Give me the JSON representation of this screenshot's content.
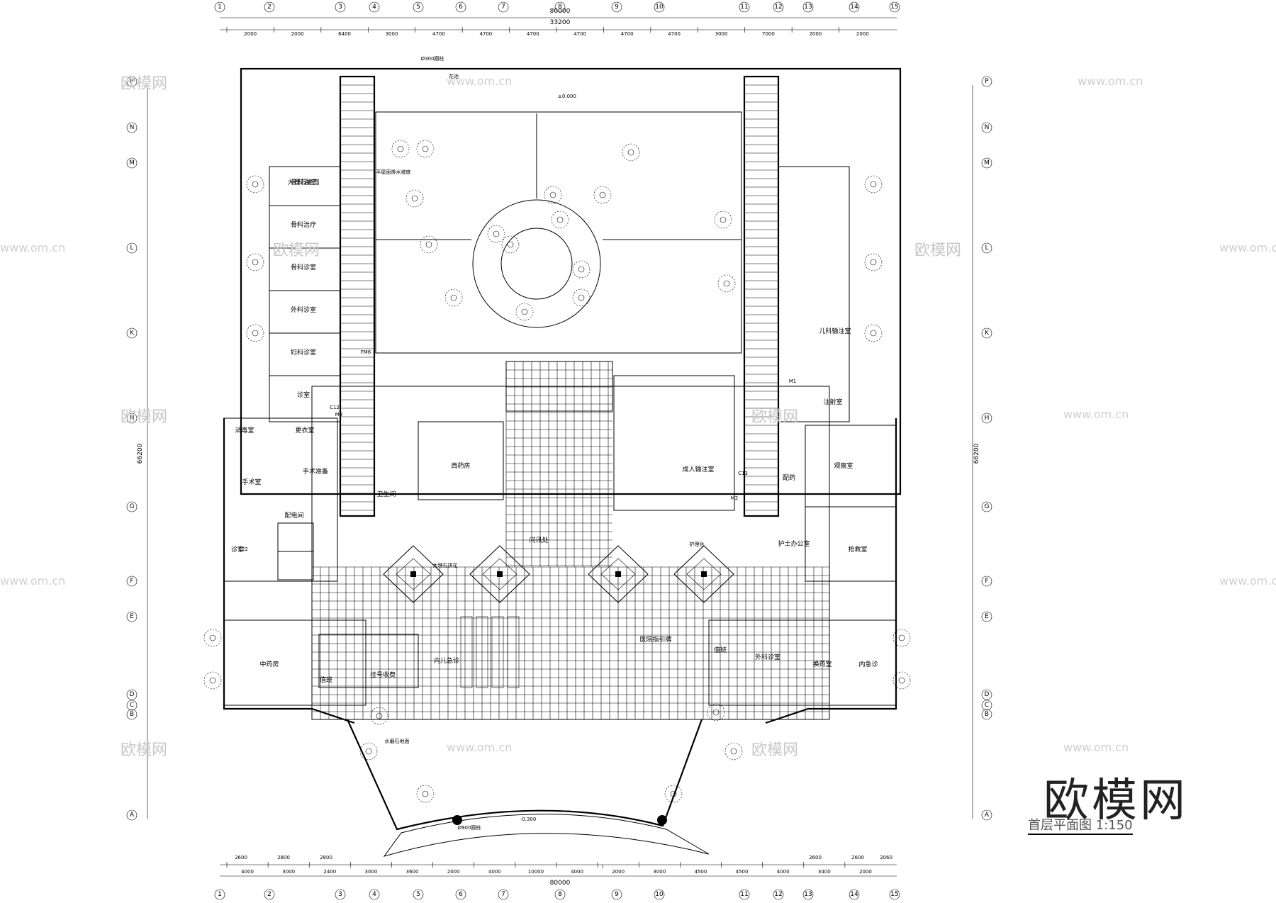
{
  "dimensions": {
    "top_total": "80000",
    "top_inner": "33200",
    "top_row": [
      "2000",
      "2000",
      "6400",
      "3000",
      "4700",
      "4700",
      "4700",
      "4700",
      "4700",
      "4700",
      "3000",
      "7000",
      "2000",
      "2000"
    ],
    "bottom_total": "80000",
    "bottom_row": [
      "4000",
      "3000",
      "2400",
      "3000",
      "3600",
      "2000",
      "4000",
      "10000",
      "4000",
      "2000",
      "3000",
      "4500",
      "4500",
      "4000",
      "3400",
      "2000"
    ],
    "bottom_sub": [
      "2600",
      "2800",
      "2800",
      "2600",
      "2600",
      "2060"
    ],
    "left_total": "66200",
    "right_total": "66200"
  },
  "axes": {
    "horizontal": [
      "1",
      "2",
      "3",
      "4",
      "5",
      "6",
      "7",
      "8",
      "9",
      "10",
      "11",
      "12",
      "13",
      "14",
      "15"
    ],
    "vertical": [
      "P",
      "N",
      "M",
      "L",
      "K",
      "H",
      "G",
      "F",
      "E",
      "D",
      "C",
      "B",
      "A"
    ]
  },
  "rooms": [
    {
      "label": "骨科治疗"
    },
    {
      "label": "骨科治疗"
    },
    {
      "label": "骨科诊室"
    },
    {
      "label": "外科诊室"
    },
    {
      "label": "妇科诊室"
    },
    {
      "label": "诊室"
    },
    {
      "label": "消毒室"
    },
    {
      "label": "更衣室"
    },
    {
      "label": "手术室"
    },
    {
      "label": "手术准备"
    },
    {
      "label": "诊室"
    },
    {
      "label": "配电间"
    },
    {
      "label": "值班"
    },
    {
      "label": "卫生间"
    },
    {
      "label": "西药房"
    },
    {
      "label": "成人输注室"
    },
    {
      "label": "观察室"
    },
    {
      "label": "配药"
    },
    {
      "label": "护士办公室"
    },
    {
      "label": "抢救室"
    },
    {
      "label": "儿科输注室"
    },
    {
      "label": "注射室"
    },
    {
      "label": "中药房"
    },
    {
      "label": "挂号收费"
    },
    {
      "label": "值班"
    },
    {
      "label": "外科诊室"
    },
    {
      "label": "换药室"
    },
    {
      "label": "内急诊"
    },
    {
      "label": "内儿急诊"
    },
    {
      "label": "医院指引牌"
    },
    {
      "label": "问讯处"
    },
    {
      "label": "大理石地面"
    }
  ],
  "annotations": [
    {
      "text": "±0.000"
    },
    {
      "text": "-0.300"
    },
    {
      "text": "Ø900圆柱"
    },
    {
      "text": "Ø300圆柱"
    },
    {
      "text": "花池"
    },
    {
      "text": "I"
    },
    {
      "text": "C12"
    },
    {
      "text": "C13"
    },
    {
      "text": "C22"
    },
    {
      "text": "M1"
    },
    {
      "text": "M2"
    },
    {
      "text": "M3"
    },
    {
      "text": "FM6"
    },
    {
      "text": "水磨石地面"
    },
    {
      "text": "大理石拼花"
    },
    {
      "text": "护理台"
    },
    {
      "text": "平屋面排水坡度"
    }
  ],
  "watermarks": {
    "brand": "欧模网",
    "url": "www.om.cn"
  },
  "brand_label": "欧模网",
  "drawing_title": "首层平面图 1:150"
}
